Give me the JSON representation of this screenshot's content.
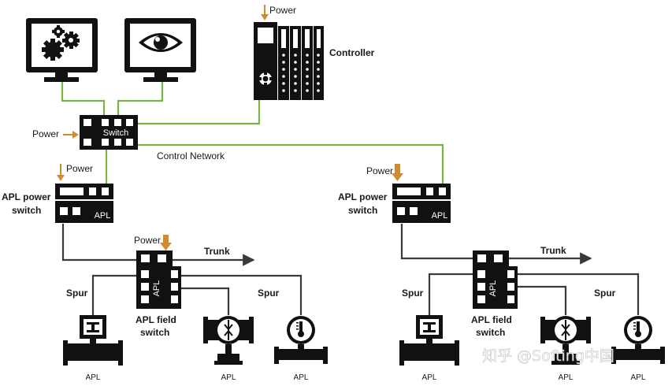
{
  "labels": {
    "power": "Power",
    "controller": "Controller",
    "switch": "Switch",
    "control_network": "Control Network",
    "apl_power_switch_line1": "APL power",
    "apl_power_switch_line2": "switch",
    "apl": "APL",
    "trunk": "Trunk",
    "spur": "Spur",
    "apl_field_switch_line1": "APL field",
    "apl_field_switch_line2": "switch"
  },
  "watermark": "知乎 @Softing中国",
  "icons": [
    "monitor-gears-icon",
    "monitor-eye-icon",
    "controller-icon",
    "ethernet-switch-icon",
    "apl-power-switch-icon",
    "apl-field-switch-icon",
    "valve-icon",
    "flowmeter-icon",
    "thermometer-icon",
    "power-arrow-icon"
  ],
  "colors": {
    "network": "#7bb342",
    "power": "#d18b2f",
    "wire": "#3a3a3a",
    "device": "#111111"
  }
}
